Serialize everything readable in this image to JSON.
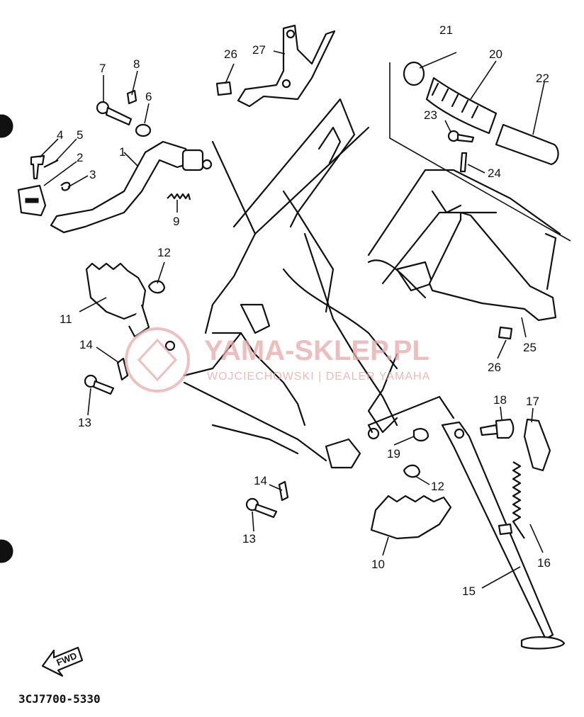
{
  "diagram": {
    "code": "3CJ7700-5330",
    "fwd_label": "FWD",
    "watermark": {
      "brand": "YAMA-SKLEP.PL",
      "dealer": "WOJCIECHOWSKI | DEALER YAMAHA",
      "color": "#e8a9a9"
    },
    "callouts": [
      {
        "id": "c1",
        "text": "1"
      },
      {
        "id": "c2",
        "text": "2"
      },
      {
        "id": "c3",
        "text": "3"
      },
      {
        "id": "c4",
        "text": "4"
      },
      {
        "id": "c5",
        "text": "5"
      },
      {
        "id": "c6",
        "text": "6"
      },
      {
        "id": "c7",
        "text": "7"
      },
      {
        "id": "c8",
        "text": "8"
      },
      {
        "id": "c9",
        "text": "9"
      },
      {
        "id": "c10",
        "text": "10"
      },
      {
        "id": "c11",
        "text": "11"
      },
      {
        "id": "c12a",
        "text": "12"
      },
      {
        "id": "c12b",
        "text": "12"
      },
      {
        "id": "c13a",
        "text": "13"
      },
      {
        "id": "c13b",
        "text": "13"
      },
      {
        "id": "c14a",
        "text": "14"
      },
      {
        "id": "c14b",
        "text": "14"
      },
      {
        "id": "c15",
        "text": "15"
      },
      {
        "id": "c16",
        "text": "16"
      },
      {
        "id": "c17",
        "text": "17"
      },
      {
        "id": "c18",
        "text": "18"
      },
      {
        "id": "c19",
        "text": "19"
      },
      {
        "id": "c20",
        "text": "20"
      },
      {
        "id": "c21",
        "text": "21"
      },
      {
        "id": "c22",
        "text": "22"
      },
      {
        "id": "c23",
        "text": "23"
      },
      {
        "id": "c24",
        "text": "24"
      },
      {
        "id": "c25",
        "text": "25"
      },
      {
        "id": "c26a",
        "text": "26"
      },
      {
        "id": "c26b",
        "text": "26"
      },
      {
        "id": "c27",
        "text": "27"
      }
    ]
  }
}
